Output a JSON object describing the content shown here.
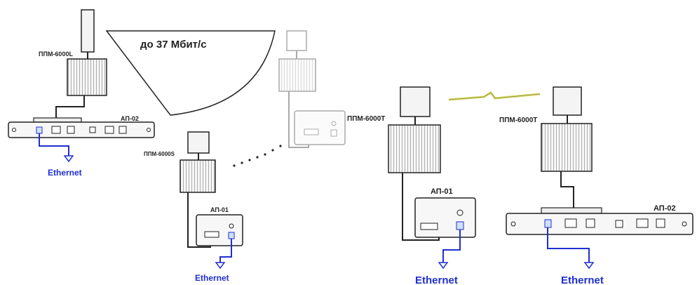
{
  "labels": {
    "bandwidth": "до 37 Мбит/с",
    "ppm_6000l": "ППМ-6000L",
    "ppm_6000s": "ППМ-6000S",
    "ppm_6000t_left": "ППМ-6000T",
    "ppm_6000t_right": "ППМ-6000T",
    "ap02_left": "АП-02",
    "ap01_small": "АП-01",
    "ap01_big": "АП-01",
    "ap02_right": "АП-02"
  },
  "ethernet": {
    "left": "Ethernet",
    "middle": "Ethernet",
    "right_a": "Ethernet",
    "right_b": "Ethernet"
  },
  "colors": {
    "ethernet": "#1f2fd0",
    "line": "#222222",
    "device_fill": "#f7f7f7",
    "link_beam": "#d9d94a"
  }
}
